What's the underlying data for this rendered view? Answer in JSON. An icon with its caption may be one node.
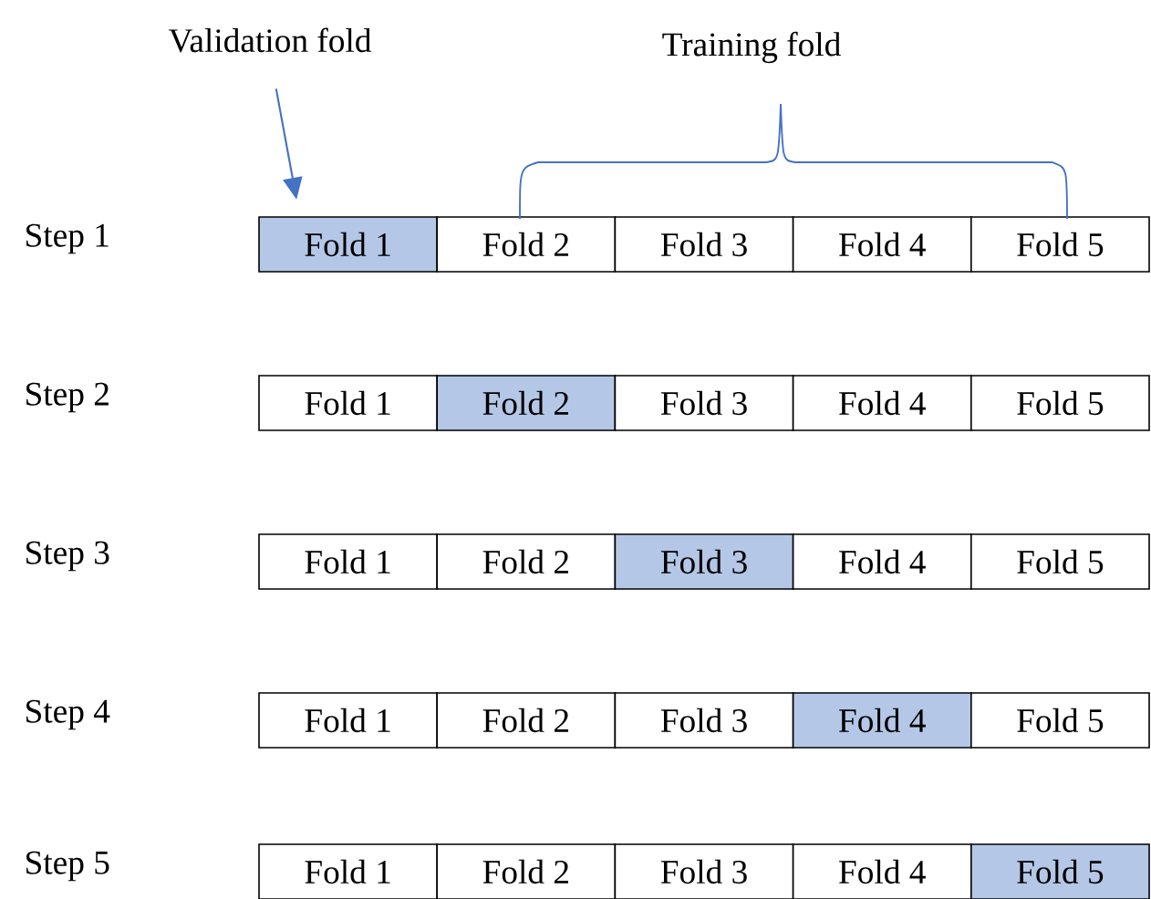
{
  "diagram": {
    "nodes": [
      {
        "text": [
          "Validation fold"
        ]
      },
      {
        "text": [
          "Fold 1"
        ]
      },
      {
        "text": [
          "Fold 2"
        ]
      },
      {
        "text": [
          "Fold 3"
        ]
      },
      {
        "text": [
          "Fold 4"
        ]
      },
      {
        "text": [
          "Fold 5"
        ]
      },
      {
        "text": [
          "Fold 1"
        ]
      },
      {
        "text": [
          "Fold 2"
        ]
      },
      {
        "text": [
          "Fold 3"
        ]
      },
      {
        "text": [
          "Fold 4"
        ]
      },
      {
        "text": [
          "Fold 5"
        ]
      },
      {
        "text": [
          "Fold 1"
        ]
      },
      {
        "text": [
          "Fold 2"
        ]
      },
      {
        "text": [
          "Fold 3"
        ]
      },
      {
        "text": [
          "Fold 4"
        ]
      },
      {
        "text": [
          "Fold 5"
        ]
      },
      {
        "text": [
          "Fold 1"
        ]
      },
      {
        "text": [
          "Fold 2"
        ]
      },
      {
        "text": [
          "Fold 3"
        ]
      },
      {
        "text": [
          "Fold 4"
        ]
      },
      {
        "text": [
          "Fold 5"
        ]
      },
      {
        "text": [
          "Fold 1"
        ]
      },
      {
        "text": [
          "Fold 2"
        ]
      },
      {
        "text": [
          "Fold 3"
        ]
      },
      {
        "text": [
          "Fold 4"
        ]
      },
      {
        "text": [
          "Fold 5"
        ]
      }
    ],
    "edges": [
      {
        "from": 0,
        "to": 1,
        "arrow": "to",
        "color": "#4472c4"
      }
    ],
    "labels": [
      "Training fold",
      "Step 1",
      "Step 2",
      "Step 3",
      "Step 4",
      "Step 5"
    ]
  }
}
